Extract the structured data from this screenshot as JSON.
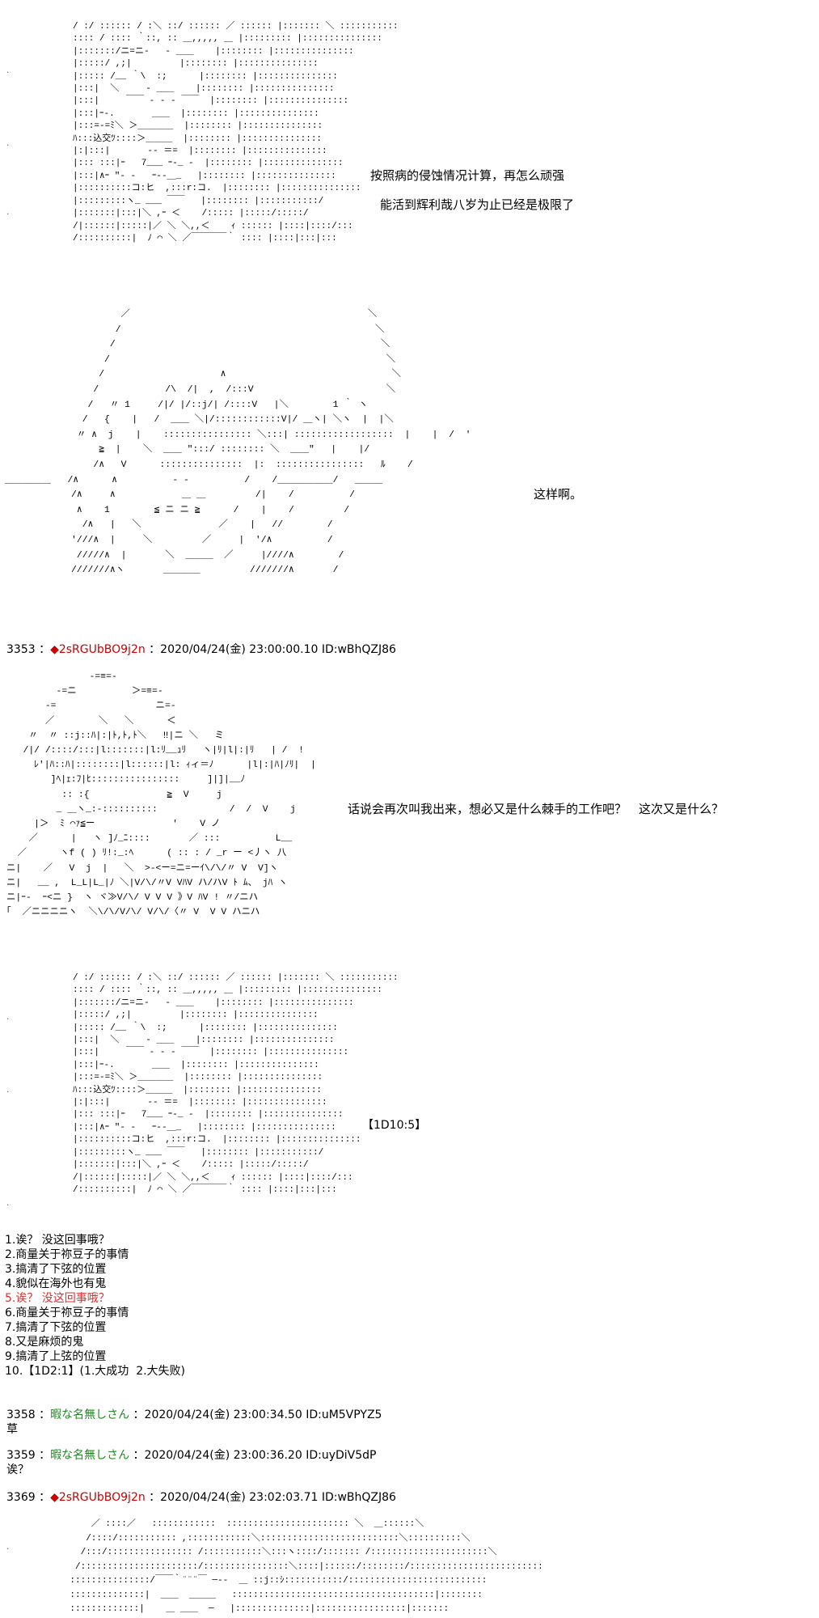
{
  "dialogue": {
    "line1": "按照病的侵蚀情况计算，再怎么顽强",
    "line2": "能活到辉利哉八岁为止已经是极限了",
    "line3": "这样啊。",
    "line4": "话说会再次叫我出来，想必又是什么棘手的工作吧？　这次又是什么？",
    "dice": "【1D10:5】"
  },
  "posts": {
    "p3353": {
      "num": "3353 ：",
      "trip": "◆2sRGUbBO9j2n",
      "meta": " ：2020/04/24(金) 23:00:00.10 ID:wBhQZJ86"
    },
    "p3358": {
      "num": "3358 ：",
      "name": "暇な名無しさん",
      "meta": " ：2020/04/24(金) 23:00:34.50 ID:uM5VPYZ5",
      "body": "草"
    },
    "p3359": {
      "num": "3359 ：",
      "name": "暇な名無しさん",
      "meta": " ：2020/04/24(金) 23:00:36.20 ID:uyDiV5dP",
      "body": "诶？"
    },
    "p3369": {
      "num": "3369 ：",
      "trip": "◆2sRGUbBO9j2n",
      "meta": " ：2020/04/24(金) 23:02:03.71 ID:wBhQZJ86"
    }
  },
  "choices": [
    "1.诶？ 没这回事哦？",
    "2.商量关于祢豆子的事情",
    "3.搞清了下弦的位置",
    "4.貌似在海外也有鬼",
    "5.诶？ 没这回事哦？",
    "6.商量关于祢豆子的事情",
    "7.搞清了下弦的位置",
    "8.又是麻烦的鬼",
    "9.搞清了上弦的位置",
    "10.【1D2:1】(1.大成功  2.大失败)"
  ],
  "highlight_choice": 5,
  "colors": {
    "trip": "#cc0000",
    "anon_name": "#228822",
    "highlight": "#e03030"
  },
  "ascii_art": {
    "aa1": "/ :/ :::::: / :＼ ::/ :::::: ／ :::::: |::::::: ＼ :::::::::::\n:::: / :::: ｀::, :: ＿,,,,, ＿ |::::::::: |:::::::::::::::\n|:::::::/ニ=ニ-   ‐ ＿＿    |:::::::: |:::::::::::::::\n|:::::/ ,;|         |:::::::: |:::::::::::::::\n|::::: /__ ｀\\  :;      |:::::::: |:::::::::::::::\n|:::|  ＼     ‐ ＿＿    |:::::::: |:::::::::::::::\n|:::|     ￣￣ ‐ ‐ ‐ ￣￣  |:::::::: |:::::::::::::::\n|:::|ｰ-.       ＿＿  |:::::::: |:::::::::::::::\n|:::=-=ﾐ＼ ＞＿＿＿＿  |:::::::: |:::::::::::::::\nﾊ:::込交ﾂ::::＞＿＿＿  |:::::::: |:::::::::::::::\n|:|:::|       -- ＝=  |:::::::: |:::::::::::::::\n|::: :::|ｰ   7___ ｰ-_ -  |:::::::: |:::::::::::::::\n|:::|∧ｰ \"‐ -   ｰ‐-＿_   |:::::::: |:::::::::::::::\n|::::::::::コ:ヒ  ,:::r:コ.  |:::::::: |:::::::::::::::\n|:::::::::ヽ_ ___ ￣￣   |:::::::: |:::::::::::/\n|:::::::|:::|＼ ,ｰ ＜    /::::: |:::::/:::::/\n/|::::::|:::::|／ ＼ ＼,,＜    ｨ :::::: |::::|::::/:::\n/::::::::::|  ﾉ ⌒ ＼ ／￣￣￣￣｀ :::: |::::|:::|:::",
    "aa2": "                     ／                                           ＼\n                    /                                              ＼\n                   /                                                ＼\n                  /                                                  ＼\n                 /                     ∧                              ＼\n                /            /\\  /|  ,  /:::V                        ＼\n               /   〃 1     /|/ |/::j/| /::::V   |＼        1 ｀ ヽ\n              /   {    |   /  ＿＿ ＼|/::::::::::::V|/ ＿ヽ| ＼ヽ  |  |＼\n             〃 ∧  j    |    :::::::::::::::: ＼:::| ::::::::::::::::::  |    |  /  '\n                 ≧  |    ＼  ＿＿ \":::/ :::::::: ＼  ＿＿\"   |    |/\n                /∧   V      :::::::::::::::  |:  ::::::::::::::::   ﾙ    /\n＿＿＿＿＿   /∧      ∧          ‐ ‐          /    /＿＿＿＿＿＿/   ＿＿＿\n            /∧     ∧            ＿ ＿         /|    /          /\n             ∧    1        ≦ ニ ニ ≧      /    |    /         /\n              /∧   |   ＼              ／    |   //        /\n            '///∧  |     ＼         ／     |  '/∧          /\n             /////∧  |       ＼  ＿＿＿  ／     |////∧        /\n            ///////∧ヽ       ＿＿＿＿         ///////∧       /",
    "aa3": "               -=≡=-            \n         -=ニ          ＞=≡=-\n       -=                  ニ=-\n       ／        ＼   ＼      ＜\n    〃  〃 ::j::ﾊ|:|ﾄ,ﾄ,ﾄ＼   ‼|ニ ＼   ミ\n   /|/ /::::/:::|l:::::::|l:ﾘ__ｭﾘ   ヽ|ﾘ|l|:|ﾘ   | /  !\n     ﾚ'|ﾊ::ﾊ|::::::::|l::::::|l: ｨィ＝ﾉ      |l|:|ﾊ|ﾉﾘ|  |\n        ]ﾍ|ｪ:ﾌ|ﾋ::::::::::::::::     ]|]|__ﾉ\n          :: :{              ≧  V     j\n         _ ＿ヽ_:-::::::::::             /  /  V    j\n     |＞  ﾐ ⌒ｧ≦ー              '    V ノ\n    ／      |   ヽ ]ﾉ_ﾆ::::       ／ :::          L__\n  ／      ヽf ( ) ﾘ!:_:ﾍ      ( :: : / _r ー <丿ヽ 八\nニ|    ／   V  j  |   ＼  >-<ー=ニ=ーｲ\\/\\/〃 V  V]ヽ\nニ|   __ ,  L_L|L_|ﾉ ＼|V/\\/〃V VﾊV ハ/ハV ﾄ ﾑ、 jﾊ ヽ\nニ|ｰ-  ｰ<ニ }  ヽ ヾ≫V/\\/ V V V 》V ﾊV ! 〃/ニハ\n｢  ／ニニニニヽ  ＼\\/\\/V/\\/ V/\\/〈〃 V  V V ハニハ",
    "aa4": "/ :/ :::::: / :＼ ::/ :::::: ／ :::::: |::::::: ＼ :::::::::::\n:::: / :::: ｀::, :: ＿,,,,, ＿ |::::::::: |:::::::::::::::\n|:::::::/ニ=ニ-   ‐ ＿＿    |:::::::: |:::::::::::::::\n|:::::/ ,;|         |:::::::: |:::::::::::::::\n|::::: /__ ｀\\  :;      |:::::::: |:::::::::::::::\n|:::|  ＼     ‐ ＿＿    |:::::::: |:::::::::::::::\n|:::|     ￣￣ ‐ ‐ ‐ ￣￣  |:::::::: |:::::::::::::::\n|:::|ｰ-.       ＿＿  |:::::::: |:::::::::::::::\n|:::=-=ﾐ＼ ＞＿＿＿＿  |:::::::: |:::::::::::::::\nﾊ:::込交ﾂ::::＞＿＿＿  |:::::::: |:::::::::::::::\n|:|:::|       -- ＝=  |:::::::: |:::::::::::::::\n|::: :::|ｰ   7___ ｰ-_ -  |:::::::: |:::::::::::::::\n|:::|∧ｰ \"‐ -   ｰ‐-＿_   |:::::::: |:::::::::::::::\n|::::::::::コ:ヒ  ,:::r:コ.  |:::::::: |:::::::::::::::\n|:::::::::ヽ_ ___ ￣￣   |:::::::: |:::::::::::/\n|:::::::|:::|＼ ,ｰ ＜    /::::: |:::::/:::::/\n/|::::::|:::::|／ ＼ ＼,,＜    ｨ :::::: |::::|::::/:::\n/::::::::::|  ﾉ ⌒ ＼ ／￣￣￣￣｀ :::: |::::|:::|:::",
    "aa5": "        ／ ::::／   ::::::::::::  ::::::::::::::::::::::: ＼  ＿::::::＼\n       /::::/::::::::::: ,::::::::::::＼::::::::::::::::::::::::::＼::::::::::＼\n      /:::/:::::::::::::::: /:::::::::::＼:::ヽ::::/::::::: /::::::::::::::::::::::＼\n     /::::::::::::::::::::::/::::::::::::::::＼::::|::::::/::::::::/:::::::::::::::::::::::::\n    :::::::::::::::/￣￣｀¨¨¨￣ ─--  ＿ ::j::ｼ:::::::::::/::::::::::::::::::::::::::\n    ::::::::::::::|  ＿＿  ＿＿＿   ::::::::::::::::::::::::::::::::::::::|::::::::\n    :::::::::::::|    ＿ ＿＿  ─   |::::::::::::::|:::::::::::::::::|:::::::"
  }
}
